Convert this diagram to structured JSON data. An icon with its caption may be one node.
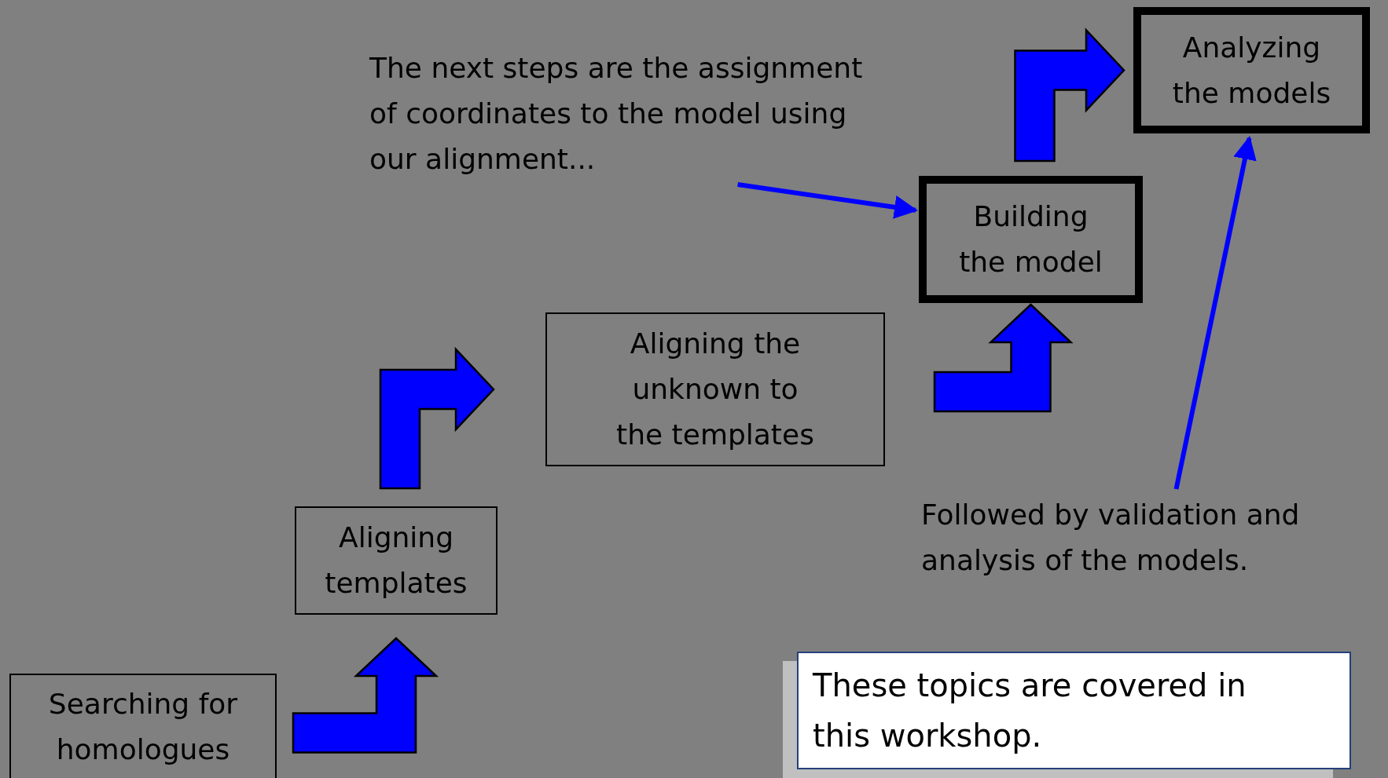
{
  "diagram": {
    "nodes": [
      {
        "text": [
          "Searching for homologues"
        ]
      },
      {
        "text": [
          "Aligning templates"
        ]
      },
      {
        "text": [
          "Aligning the unknown to the templates"
        ]
      },
      {
        "text": [
          "Building the model"
        ]
      },
      {
        "text": [
          "Analyzing the models"
        ]
      },
      {
        "text": [
          "The next steps are the assignment of coordinates to the model using our alignment..."
        ]
      },
      {
        "text": [
          "Followed by validation and analysis of the models."
        ]
      },
      {
        "text": [
          "These topics are covered in this workshop."
        ]
      }
    ],
    "edges": [
      {
        "from": 0,
        "to": 1,
        "arrow": "to",
        "style": "thick"
      },
      {
        "from": 1,
        "to": 2,
        "arrow": "to",
        "style": "thick"
      },
      {
        "from": 2,
        "to": 3,
        "arrow": "to",
        "style": "thick"
      },
      {
        "from": 3,
        "to": 4,
        "arrow": "to",
        "style": "thick"
      },
      {
        "from": 5,
        "to": 3,
        "arrow": "to"
      },
      {
        "from": 6,
        "to": 4,
        "arrow": "to"
      }
    ]
  }
}
